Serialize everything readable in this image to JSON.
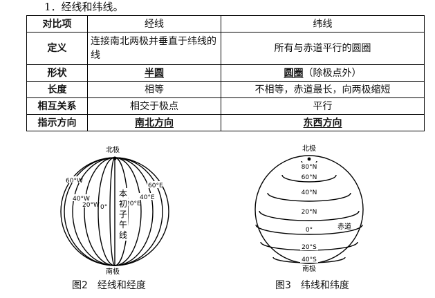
{
  "heading": "1．经线和纬线。",
  "table": {
    "header": [
      "对比项",
      "经线",
      "纬线"
    ],
    "rows": [
      {
        "label": "定义",
        "meridian": "连接南北两极并垂直于纬线的线",
        "parallel": "所有与赤道平行的圆圈"
      },
      {
        "label": "形状",
        "meridian": "半圆",
        "parallel": "圆圈",
        "parallel_note": "（除极点外）"
      },
      {
        "label": "长度",
        "meridian": "相等",
        "parallel": "不相等，赤道最长，向两极缩短"
      },
      {
        "label": "相互关系",
        "meridian": "相交于极点",
        "parallel": "平行"
      },
      {
        "label": "指示方向",
        "meridian": "南北方向",
        "parallel": "东西方向"
      }
    ]
  },
  "figure2": {
    "north": "北极",
    "south": "南极",
    "prime_meridian_label": [
      "本",
      "初",
      "子",
      "午",
      "线"
    ],
    "west_labels": [
      "60°W",
      "40°W",
      "20°W",
      "0°"
    ],
    "east_labels": [
      "60°E",
      "40°E",
      "20°E"
    ],
    "caption": "图2　经线和经度"
  },
  "figure3": {
    "north": "北极",
    "south": "南极",
    "lat_labels": [
      "80°N",
      "60°N",
      "40°N",
      "20°N",
      "0°",
      "20°S",
      "40°S"
    ],
    "equator_label": "赤道",
    "caption": "图3　纬线和纬度"
  }
}
